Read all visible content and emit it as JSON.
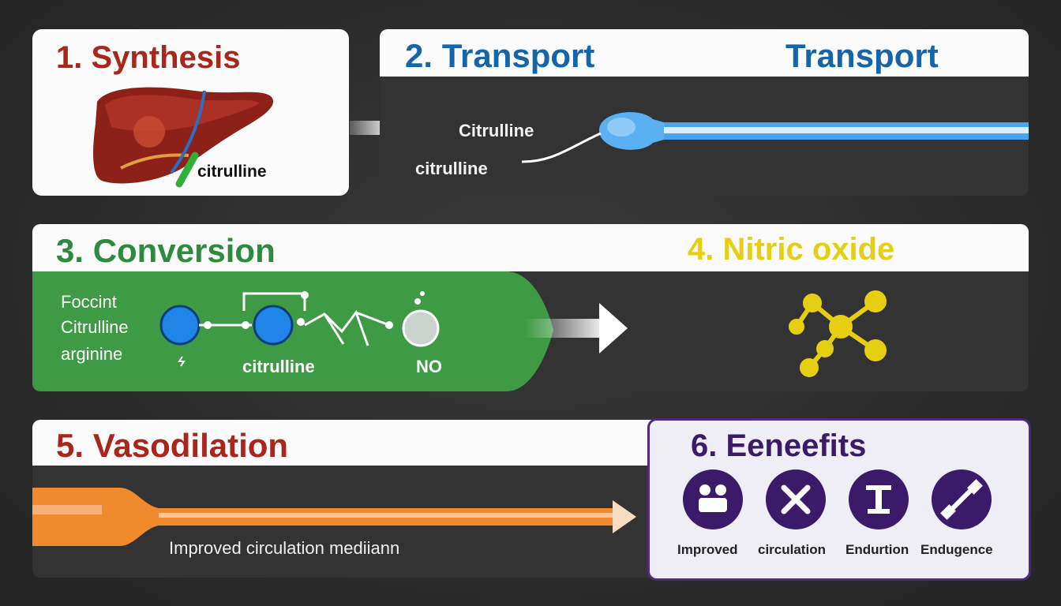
{
  "colors": {
    "red": "#a8261c",
    "blue": "#1565a8",
    "green": "#2e8a3e",
    "yellow": "#e6cf12",
    "purple": "#3b1a6a",
    "conversion_band": "#3f9a45",
    "orange": "#f08a2c"
  },
  "panel1": {
    "title": "1. Synthesis",
    "label": "citrulline",
    "icon": "liver-icon"
  },
  "panel2": {
    "title": "2. Transport",
    "title_right": "Transport",
    "label_top": "Citrulline",
    "label_bottom": "citrulline",
    "icon": "blood-vessel-icon"
  },
  "panel3": {
    "title": "3. Conversion",
    "side_label_1": "Foccint",
    "side_label_2": "Citrulline",
    "side_label_3": "arginine",
    "mid_label": "citrulline",
    "end_label": "NO"
  },
  "panel4": {
    "title": "4. Nitric oxide",
    "icon": "molecule-icon"
  },
  "panel5": {
    "title": "5. Vasodilation",
    "caption": "Improved  circulation mediiann"
  },
  "panel6": {
    "title": "6. Eeneefits",
    "benefits": [
      {
        "label": "Improved",
        "icon": "people-icon"
      },
      {
        "label": "circulation",
        "icon": "cross-tools-icon"
      },
      {
        "label": "Endurtion",
        "icon": "pillar-icon"
      },
      {
        "label": "Endugence",
        "icon": "dumbbell-icon"
      }
    ]
  }
}
